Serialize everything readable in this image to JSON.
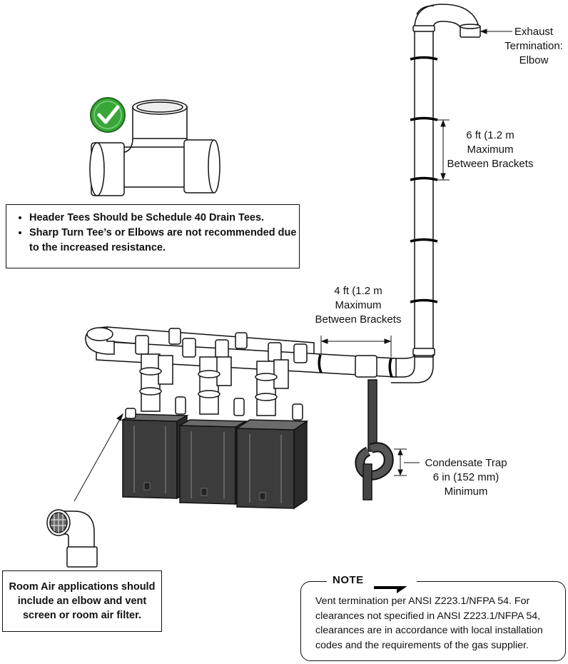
{
  "labels": {
    "exhaust": [
      "Exhaust",
      "Termination:",
      "Elbow"
    ],
    "six_ft": [
      "6 ft (1.2 m",
      "Maximum",
      "Between Brackets"
    ],
    "four_ft": [
      "4 ft (1.2 m",
      "Maximum",
      "Between Brackets"
    ],
    "condensate": [
      "Condensate Trap",
      "6 in (152 mm)",
      "Minimum"
    ]
  },
  "header_tee_notes": [
    "Header Tees Should be Schedule 40 Drain Tees.",
    "Sharp Turn Tee’s or Elbows are not recommended due to the increased resistance."
  ],
  "room_air_note": "Room Air applications should include an elbow and vent screen or room air filter.",
  "note": {
    "title": "NOTE",
    "text": "Vent termination per ANSI Z223.1/NFPA 54. For clearances not specified in ANSI Z223.1/NFPA 54, clearances are in accordance with local installation codes and the requirements of the gas supplier."
  },
  "colors": {
    "checkmark_green": "#3aa63a",
    "heater_body": "#3c3c3c",
    "pipe_fill": "#ffffff",
    "outline": "#111111"
  }
}
